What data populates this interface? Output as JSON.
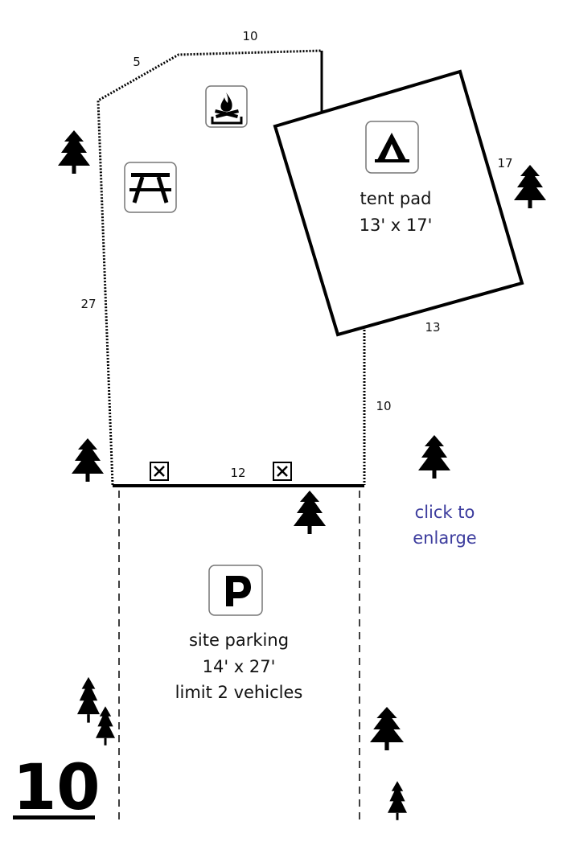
{
  "site": {
    "number": "10"
  },
  "dimensions": {
    "top_left": "5",
    "top": "10",
    "left": "27",
    "tent_right": "17",
    "tent_bottom": "13",
    "lower_right": "10",
    "front": "12"
  },
  "tent_pad": {
    "title": "tent pad",
    "size": "13' x 17'",
    "icon": "tent-icon"
  },
  "parking": {
    "title": "site parking",
    "size": "14' x 27'",
    "limit": "limit 2 vehicles",
    "icon": "parking-icon"
  },
  "amenities": {
    "fire_ring": "campfire-icon",
    "picnic_table": "picnic-table-icon",
    "markers": "boundary-marker-icon"
  },
  "link": {
    "line1": "click to",
    "line2": "enlarge"
  },
  "colors": {
    "link": "#3d3d9e",
    "ink": "#000000"
  }
}
